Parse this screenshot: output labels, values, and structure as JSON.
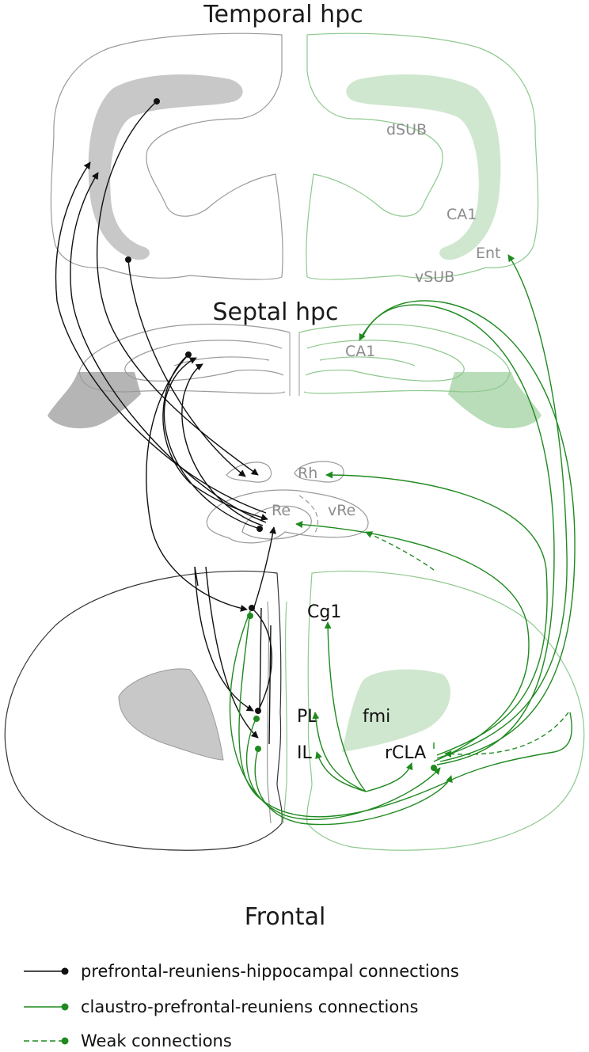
{
  "titles": {
    "temporal": "Temporal hpc",
    "septal": "Septal hpc",
    "frontal": "Frontal"
  },
  "regions": {
    "dsub": "dSUB",
    "ca1_temporal": "CA1",
    "ent": "Ent",
    "vsub": "vSUB",
    "ca1_septal": "CA1",
    "rh": "Rh",
    "re": "Re",
    "vre": "vRe",
    "cg1": "Cg1",
    "pl": "PL",
    "fmi": "fmi",
    "il": "IL",
    "rcla": "rCLA"
  },
  "legend": [
    {
      "label": "prefrontal-reuniens-hippocampal connections",
      "color": "#111111",
      "style": "solid"
    },
    {
      "label": "claustro-prefrontal-reuniens connections",
      "color": "#1f8a1f",
      "style": "solid"
    },
    {
      "label": "Weak connections",
      "color": "#1f8a1f",
      "style": "dashed"
    }
  ],
  "colors": {
    "black_pathway": "#111111",
    "green_pathway": "#1f8a1f",
    "gray_outline": "#9a9a9a",
    "green_outline": "#8ec98e",
    "gray_fill": "#c8c8c8",
    "green_fill": "#cfe7cf"
  }
}
